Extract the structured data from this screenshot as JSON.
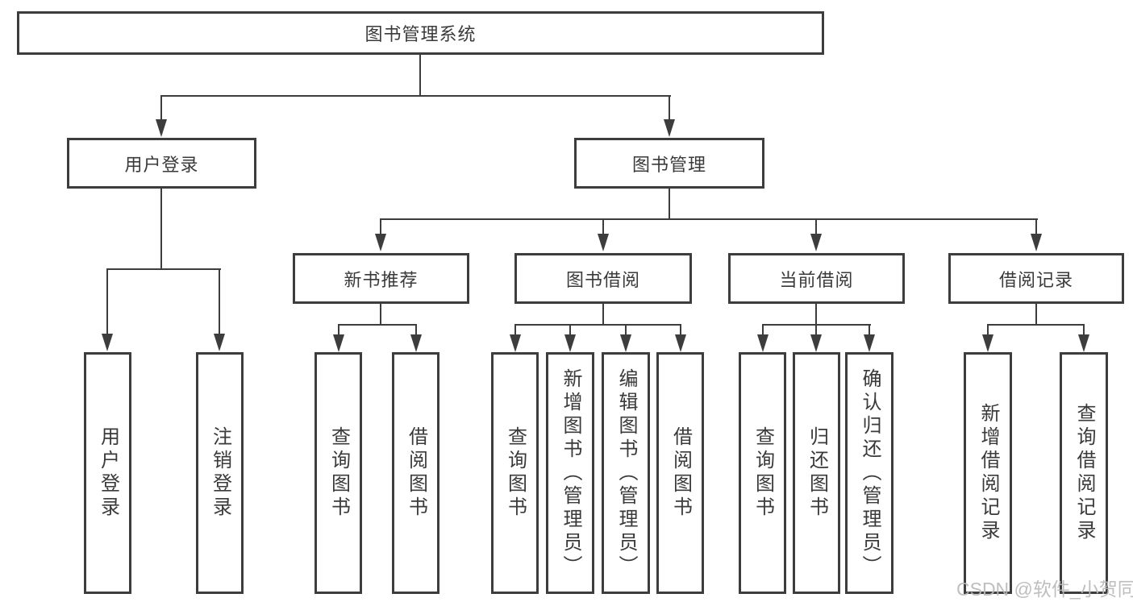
{
  "root": {
    "label": "图书管理系统"
  },
  "userLogin": {
    "label": "用户登录",
    "children": [
      "用户登录",
      "注销登录"
    ]
  },
  "bookMgmt": {
    "label": "图书管理",
    "sections": [
      {
        "label": "新书推荐",
        "children": [
          "查询图书",
          "借阅图书"
        ]
      },
      {
        "label": "图书借阅",
        "children": [
          "查询图书",
          "新增图书（管理员）",
          "编辑图书（管理员）",
          "借阅图书"
        ]
      },
      {
        "label": "当前借阅",
        "children": [
          "查询图书",
          "归还图书",
          "确认归还（管理员）"
        ]
      },
      {
        "label": "借阅记录",
        "children": [
          "新增借阅记录",
          "查询借阅记录"
        ]
      }
    ]
  },
  "watermark": {
    "text": "CSDN @软件_小贺同学"
  },
  "colors": {
    "line": "#3d3d3d",
    "text": "#3a3a3a",
    "bg": "#ffffff",
    "watermark": "#b9b9b9"
  }
}
